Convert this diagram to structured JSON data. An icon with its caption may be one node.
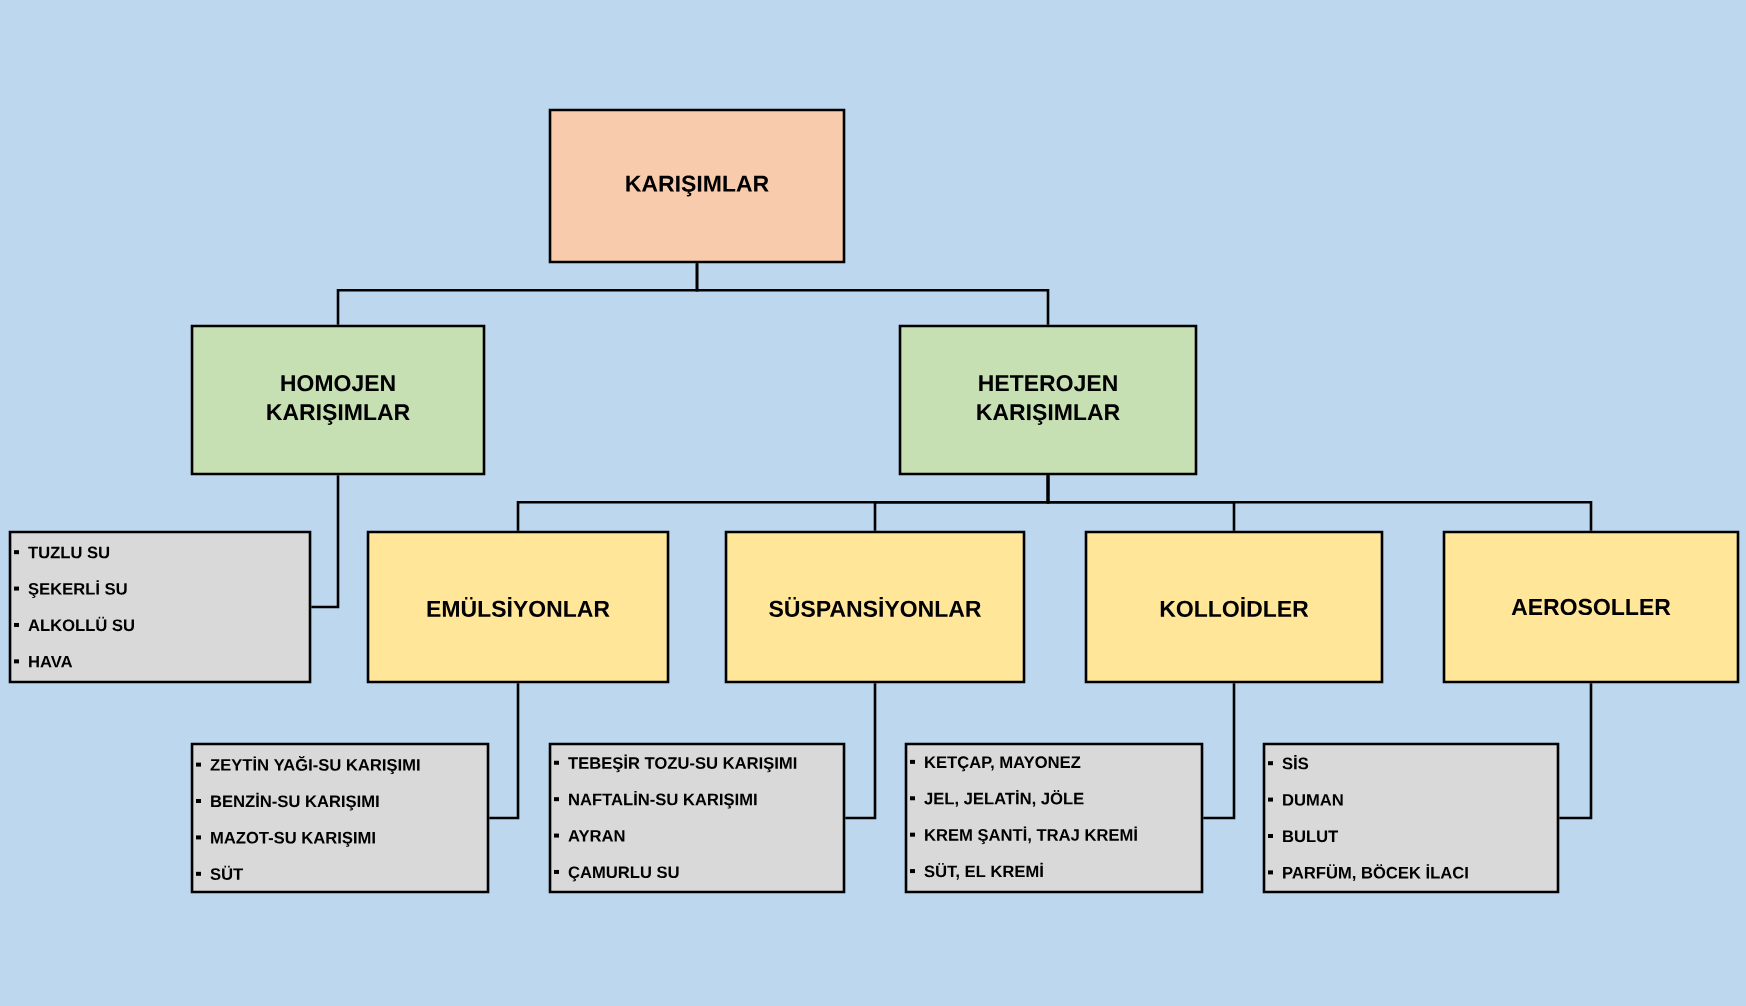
{
  "diagram": {
    "nodes": [
      {
        "text": [
          "KARIŞIMLAR"
        ]
      },
      {
        "text": [
          "HOMOJEN KARIŞIMLAR"
        ]
      },
      {
        "text": [
          "HETEROJEN KARIŞIMLAR"
        ]
      },
      {
        "text": [
          "TUZLU SU",
          "ŞEKERLİ SU",
          "ALKOLLÜ SU",
          "HAVA"
        ]
      },
      {
        "text": [
          "EMÜLSİYONLAR"
        ]
      },
      {
        "text": [
          "SÜSPANSİYONLAR"
        ]
      },
      {
        "text": [
          "KOLLOİDLER"
        ]
      },
      {
        "text": [
          "AEROSOLLER"
        ]
      },
      {
        "text": [
          "ZEYTİN YAĞI-SU KARIŞIMI",
          "BENZİN-SU KARIŞIMI",
          "MAZOT-SU KARIŞIMI",
          "SÜT"
        ]
      },
      {
        "text": [
          "TEBEŞİR TOZU-SU KARIŞIMI",
          "NAFTALİN-SU KARIŞIMI",
          "AYRAN",
          "ÇAMURLU SU"
        ]
      },
      {
        "text": [
          "KETÇAP, MAYONEZ",
          "JEL, JELATİN, JÖLE",
          "KREM ŞANTİ, TRAJ KREMİ",
          "SÜT, EL KREMİ"
        ]
      },
      {
        "text": [
          "SİS",
          "DUMAN",
          "BULUT",
          "PARFÜM, BÖCEK İLACI"
        ]
      }
    ],
    "edges": [
      {
        "from": 0,
        "to": 1,
        "arrow": "none"
      },
      {
        "from": 0,
        "to": 2,
        "arrow": "none"
      },
      {
        "from": 1,
        "to": 3,
        "arrow": "none"
      },
      {
        "from": 2,
        "to": 4,
        "arrow": "none"
      },
      {
        "from": 2,
        "to": 5,
        "arrow": "none"
      },
      {
        "from": 2,
        "to": 6,
        "arrow": "none"
      },
      {
        "from": 2,
        "to": 7,
        "arrow": "none"
      },
      {
        "from": 4,
        "to": 8,
        "arrow": "none"
      },
      {
        "from": 5,
        "to": 9,
        "arrow": "none"
      },
      {
        "from": 6,
        "to": 10,
        "arrow": "none"
      },
      {
        "from": 7,
        "to": 11,
        "arrow": "none"
      }
    ]
  }
}
